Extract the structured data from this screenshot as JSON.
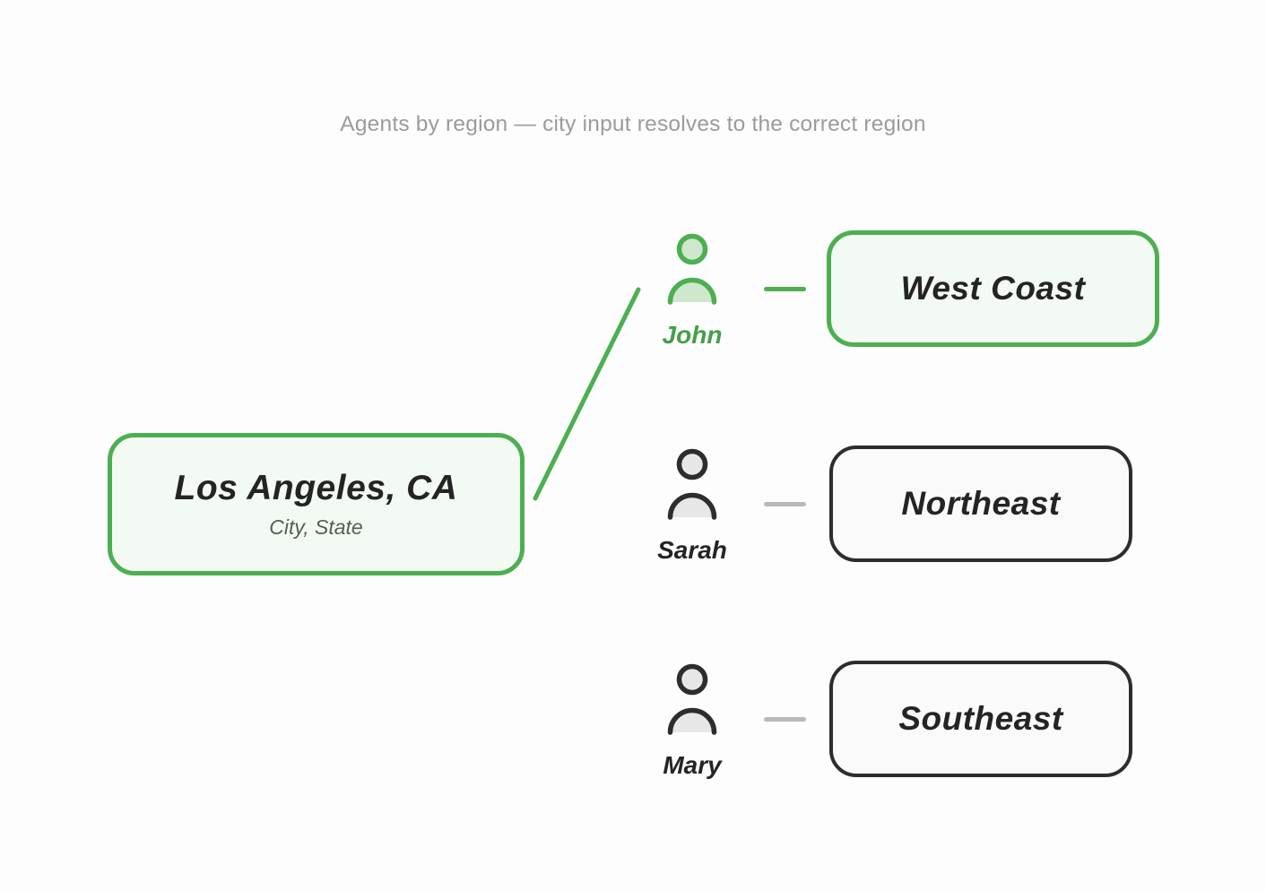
{
  "title": "Agents by region — city input resolves to the correct region",
  "colors": {
    "accent_green": "#4caf50",
    "accent_green_text": "#43a047",
    "green_icon_fill": "#cfe7cd",
    "green_node_bg": "#f3faf3",
    "dark": "#2d2d2d",
    "dark_icon_fill": "#e7e7e7",
    "neutral_node_bg": "#fafafa",
    "connector_gray": "#b9b9b9",
    "title_gray": "#9b9b9b"
  },
  "input_node": {
    "city": "Los Angeles, CA",
    "subtitle": "City, State"
  },
  "agents": [
    {
      "name": "John",
      "region": "West Coast",
      "highlighted": true
    },
    {
      "name": "Sarah",
      "region": "Northeast",
      "highlighted": false
    },
    {
      "name": "Mary",
      "region": "Southeast",
      "highlighted": false
    }
  ]
}
